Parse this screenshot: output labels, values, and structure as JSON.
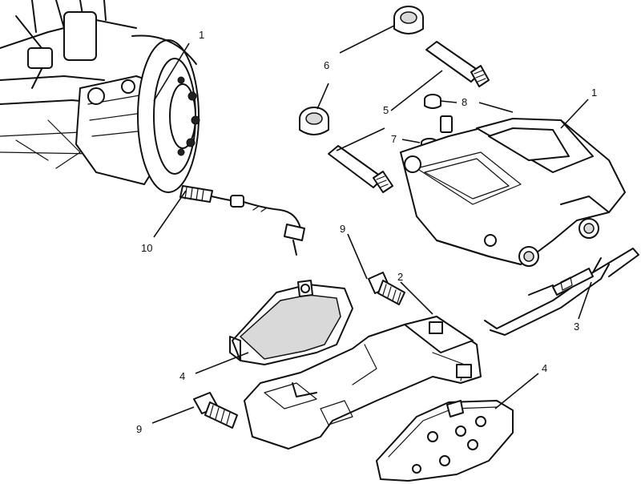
{
  "callouts": {
    "c1_left": "1",
    "c1_right": "1",
    "c2": "2",
    "c3": "3",
    "c4_left": "4",
    "c4_right": "4",
    "c5": "5",
    "c6": "6",
    "c7": "7",
    "c8": "8",
    "c9_top": "9",
    "c9_bottom": "9",
    "c10": "10"
  }
}
